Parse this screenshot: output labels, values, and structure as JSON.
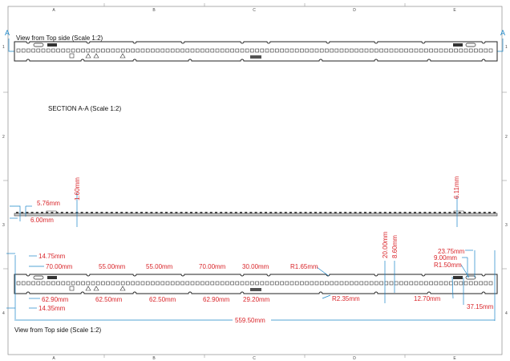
{
  "sheet": {
    "columns": [
      "A",
      "B",
      "C",
      "D",
      "E"
    ],
    "rows": [
      "1",
      "2",
      "3",
      "4"
    ]
  },
  "views": {
    "top_view_title": "View from Top side (Scale 1:2)",
    "section_title": "SECTION A-A (Scale 1:2)",
    "bottom_view_title": "View from Top side (Scale 1:2)",
    "section_marker": "A"
  },
  "colors": {
    "dimension": "#d9252a",
    "dimension_line": "#1a86c8",
    "outline": "#222222"
  },
  "section_dims": {
    "d1": "5.76mm",
    "d2": "6.00mm",
    "d3": "1.60mm",
    "d4": "6.11mm"
  },
  "dims_top": [
    "14.75mm",
    "70.00mm",
    "55.00mm",
    "55.00mm",
    "70.00mm",
    "30.00mm",
    "R1.65mm",
    "20.00mm",
    "8.60mm",
    "23.75mm",
    "9.00mm",
    "R1.50mm"
  ],
  "dims_bottom": [
    "62.90mm",
    "14.35mm",
    "62.50mm",
    "62.50mm",
    "62.90mm",
    "29.20mm",
    "R2.35mm",
    "12.70mm",
    "37.15mm",
    "559.50mm"
  ]
}
